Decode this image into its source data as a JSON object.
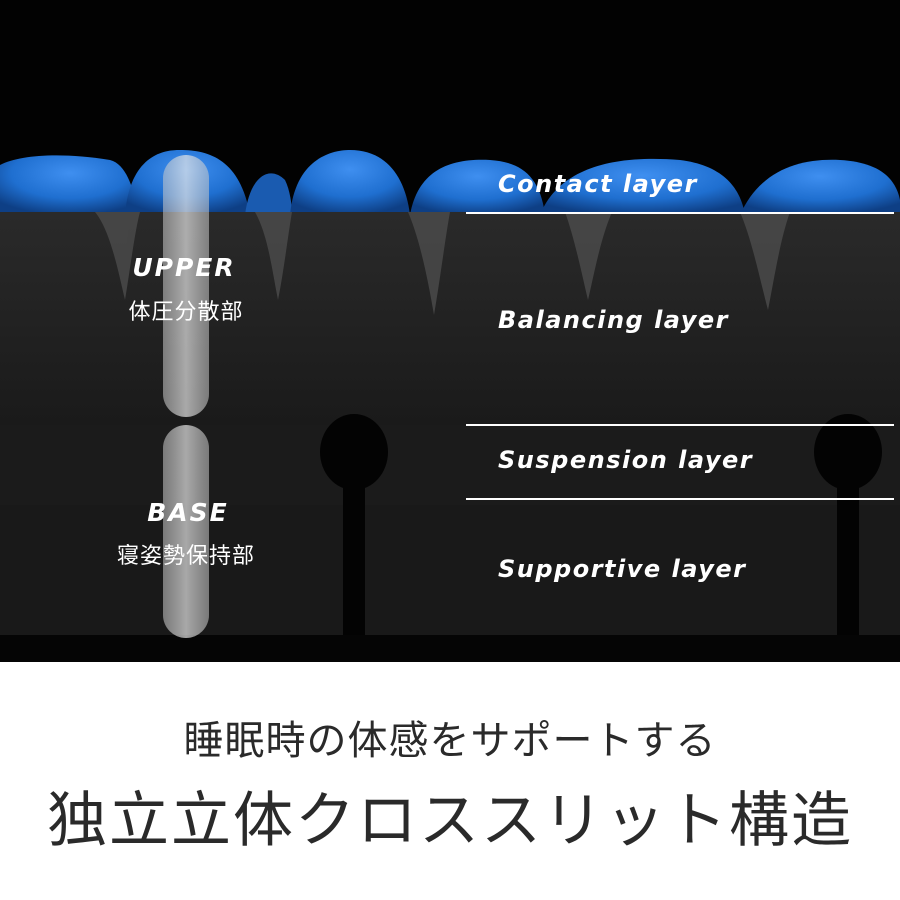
{
  "layers": {
    "contact": "Contact layer",
    "balancing": "Balancing layer",
    "suspension": "Suspension layer",
    "supportive": "Supportive layer"
  },
  "sections": {
    "upper_title": "UPPER",
    "upper_sub": "体圧分散部",
    "base_title": "BASE",
    "base_sub": "寝姿勢保持部"
  },
  "caption": {
    "subtitle": "睡眠時の体感をサポートする",
    "title": "独立立体クロススリット構造"
  },
  "colors": {
    "foam_blue": "#1f6fd0",
    "foam_dark": "#1d1d1d",
    "background": "#020202",
    "text_dark": "#2a2a2a"
  }
}
